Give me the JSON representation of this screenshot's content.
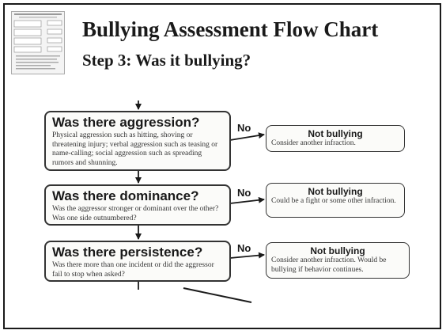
{
  "slide": {
    "title": "Bullying Assessment Flow Chart",
    "subtitle": "Step 3: Was it bullying?"
  },
  "flow": {
    "questions": [
      {
        "title": "Was there aggression?",
        "text": "Physical aggression such as hitting, shoving or threatening injury; verbal aggression such as teasing or name-calling; social aggression such as spreading rumors and shunning."
      },
      {
        "title": "Was there dominance?",
        "text": "Was the aggressor stronger or dominant over the other? Was one side outnumbered?"
      },
      {
        "title": "Was there persistence?",
        "text": "Was there more than one incident or did the aggressor fail to stop when asked?"
      }
    ],
    "no_label": "No",
    "outcomes": [
      {
        "title": "Not bullying",
        "text": "Consider another infraction."
      },
      {
        "title": "Not bullying",
        "text": "Could be a fight or some other infraction."
      },
      {
        "title": "Not bullying",
        "text": "Consider another infraction. Would be bullying if behavior continues."
      }
    ]
  },
  "colors": {
    "ink": "#1a1a1a",
    "box_fill": "#fbfbf9",
    "border": "#333333"
  },
  "icons": [
    "flowchart-thumbnail-icon"
  ]
}
